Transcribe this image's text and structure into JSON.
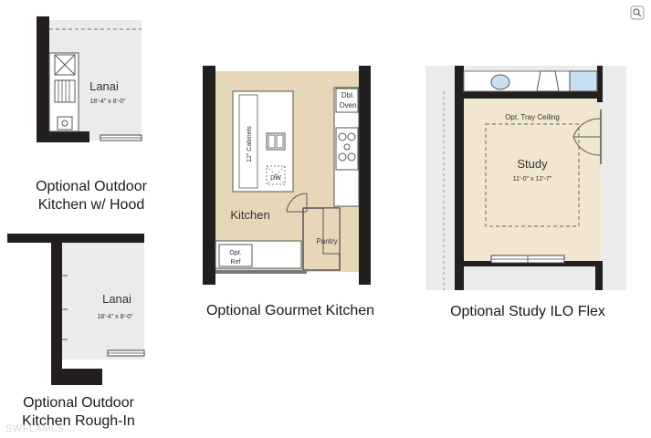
{
  "panels": {
    "outdoor_hood": {
      "caption_line1": "Optional Outdoor",
      "caption_line2": "Kitchen w/ Hood",
      "room_name": "Lanai",
      "room_dims": "18'-4\" x 8'-0\""
    },
    "gourmet": {
      "caption": "Optional Gourmet Kitchen",
      "kitchen_label": "Kitchen",
      "pantry_label": "Pantry",
      "dbl_oven_line1": "Dbl.",
      "dbl_oven_line2": "Oven",
      "cabinets_label": "12\" Cabinets",
      "dw_label": "DW",
      "opt_ref_line1": "Opt.",
      "opt_ref_line2": "Ref"
    },
    "study": {
      "caption": "Optional Study ILO Flex",
      "ceiling_label": "Opt. Tray Ceiling",
      "room_name": "Study",
      "room_dims": "11'-0\" x 12'-7\""
    },
    "rough_in": {
      "caption_line1": "Optional Outdoor",
      "caption_line2": "Kitchen Rough-In",
      "room_name": "Lanai",
      "room_dims": "18'-4\" x 8'-0\""
    }
  },
  "watermark": "SWFLAMLS",
  "colors": {
    "wall": "#231f20",
    "floor_gray": "#ebebeb",
    "kitchen_tan": "#e6d7b8",
    "study_tan": "#f1e6cf",
    "line": "#555555"
  }
}
